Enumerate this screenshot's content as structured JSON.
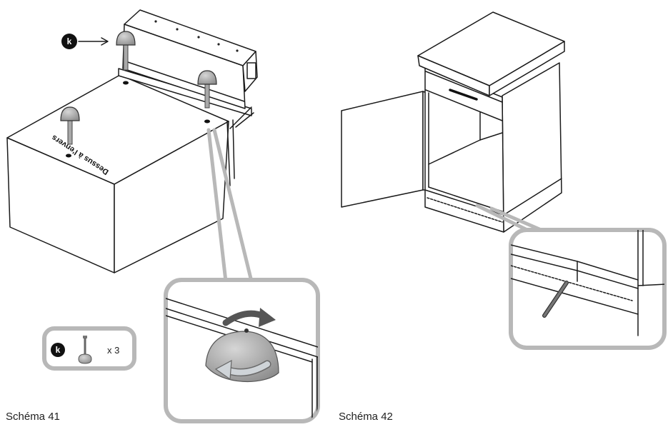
{
  "schema_41": {
    "caption": "Schéma 41",
    "part_marker": "k",
    "box_print": "Dessus à l'envers",
    "legend": {
      "marker": "k",
      "quantity": "x 3",
      "icon": "adjustable-foot-icon"
    }
  },
  "schema_42": {
    "caption": "Schéma 42"
  },
  "colors": {
    "line": "#1a1a1a",
    "callout": "#b8b8b8",
    "foot": "#9a9a9a",
    "arrow_dark": "#555555",
    "arrow_light": "#cfd4d8"
  }
}
